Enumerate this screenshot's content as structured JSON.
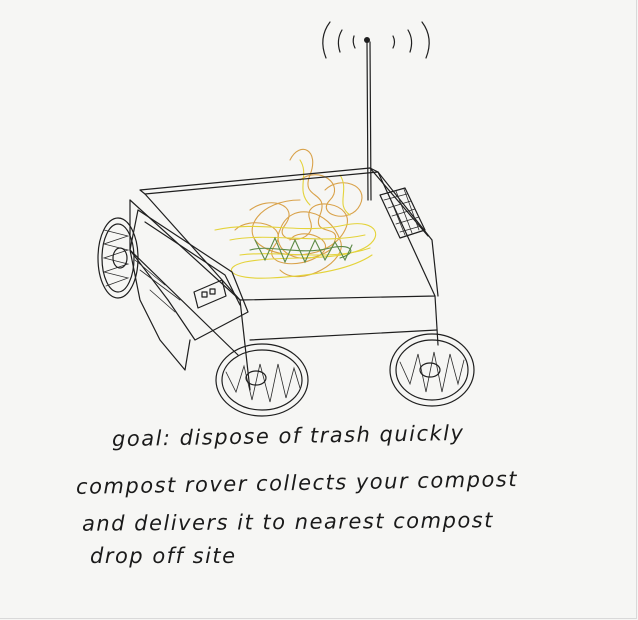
{
  "note": {
    "line1": "goal: dispose of trash quickly",
    "line2": "compost rover collects your compost",
    "line3": "and delivers it to nearest compost",
    "line4": "drop off site"
  },
  "colors": {
    "ink": "#1f1f1f",
    "compost_orange": "#d9a24a",
    "compost_yellow": "#e4d33a",
    "compost_green": "#5c8a45",
    "paper": "#f6f6f4"
  }
}
